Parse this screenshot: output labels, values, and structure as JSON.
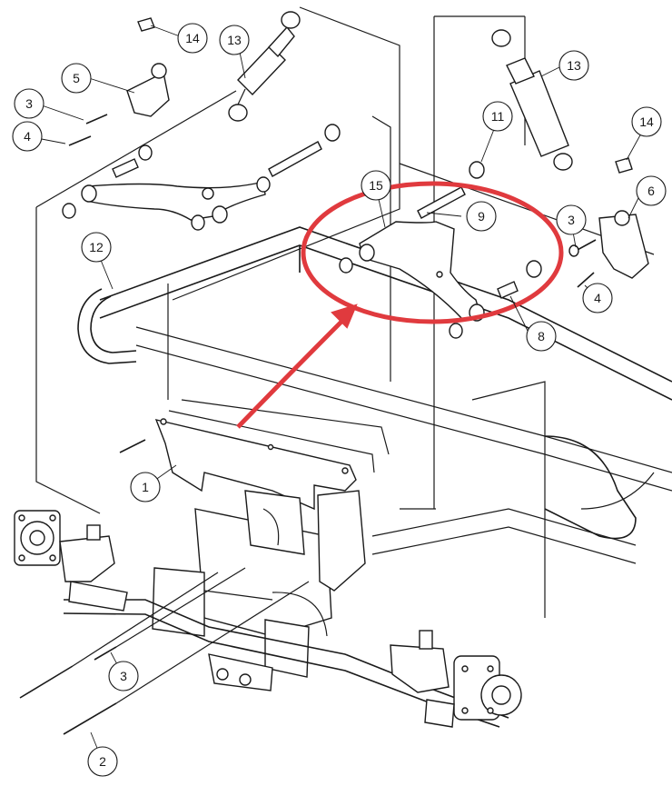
{
  "diagram": {
    "highlight_color": "#e03a3e",
    "line_color": "#1a1a1a",
    "callouts": {
      "c1": "1",
      "c2": "2",
      "c3a": "3",
      "c3b": "3",
      "c3c": "3",
      "c4a": "4",
      "c4b": "4",
      "c5": "5",
      "c6": "6",
      "c8": "8",
      "c9": "9",
      "c11": "11",
      "c12": "12",
      "c13a": "13",
      "c13b": "13",
      "c14a": "14",
      "c14b": "14",
      "c15": "15"
    }
  }
}
